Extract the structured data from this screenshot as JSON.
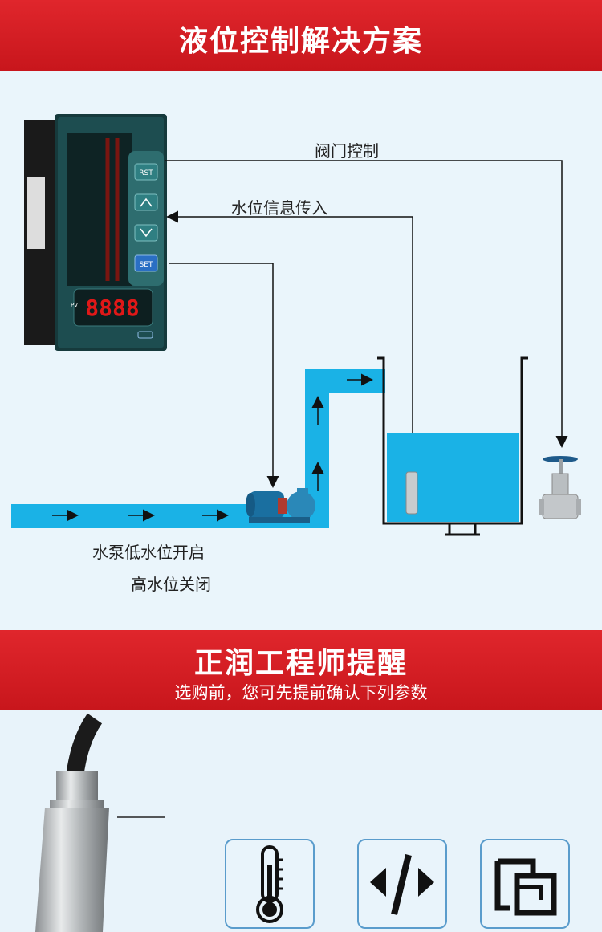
{
  "header": {
    "title": "液位控制解决方案"
  },
  "diagram": {
    "valve_control_label": "阀门控制",
    "water_level_input_label": "水位信息传入",
    "pump_note_line1": "水泵低水位开启",
    "pump_note_line2": "高水位关闭",
    "controller": {
      "buttons": [
        "RST",
        "^",
        "v",
        "SET"
      ],
      "display": "8888",
      "pv_label": "PV"
    }
  },
  "reminder": {
    "title": "正润工程师提醒",
    "subtitle": "选购前，您可先提前确认下列参数"
  },
  "icons": [
    "thermometer-icon",
    "media-direction-icon",
    "process-connection-icon"
  ],
  "colors": {
    "banner": "#d61f25",
    "water": "#1ab2e6",
    "background": "#eaf5fb"
  }
}
